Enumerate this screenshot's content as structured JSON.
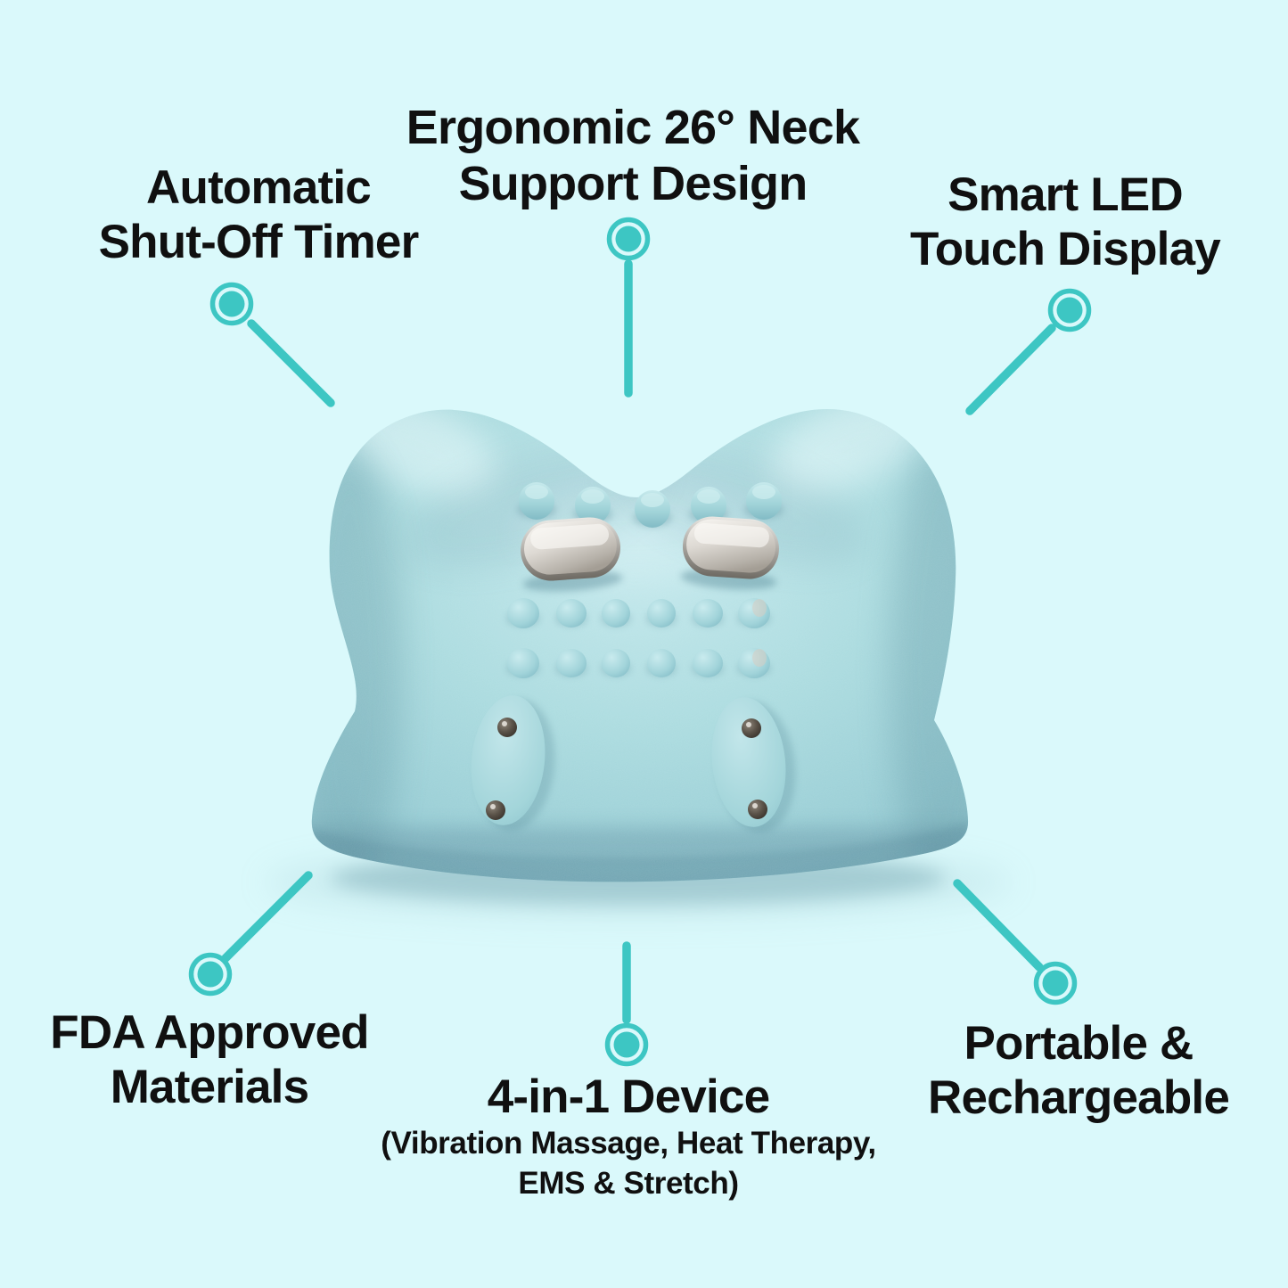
{
  "background_color": "#daf9fb",
  "accent_color": "#3dc6c3",
  "text_color": "#101010",
  "product_colors": {
    "body": "#a5d8dc",
    "body_shadow": "#7db5c0",
    "electrode_pad": "#d9d5cf",
    "stud": "#46var3e38",
    "ground_shadow": "#6fa0ac"
  },
  "callouts": {
    "top_left": {
      "line1": "Automatic",
      "line2": "Shut-Off Timer"
    },
    "top_center": {
      "line1": "Ergonomic 26° Neck",
      "line2": "Support Design"
    },
    "top_right": {
      "line1": "Smart LED",
      "line2": "Touch Display"
    },
    "bottom_left": {
      "line1": "FDA Approved",
      "line2": "Materials"
    },
    "bottom_center": {
      "title": "4-in-1 Device",
      "subtitle_line1": "(Vibration Massage, Heat Therapy,",
      "subtitle_line2": "EMS & Stretch)"
    },
    "bottom_right": {
      "line1": "Portable &",
      "line2": "Rechargeable"
    }
  }
}
